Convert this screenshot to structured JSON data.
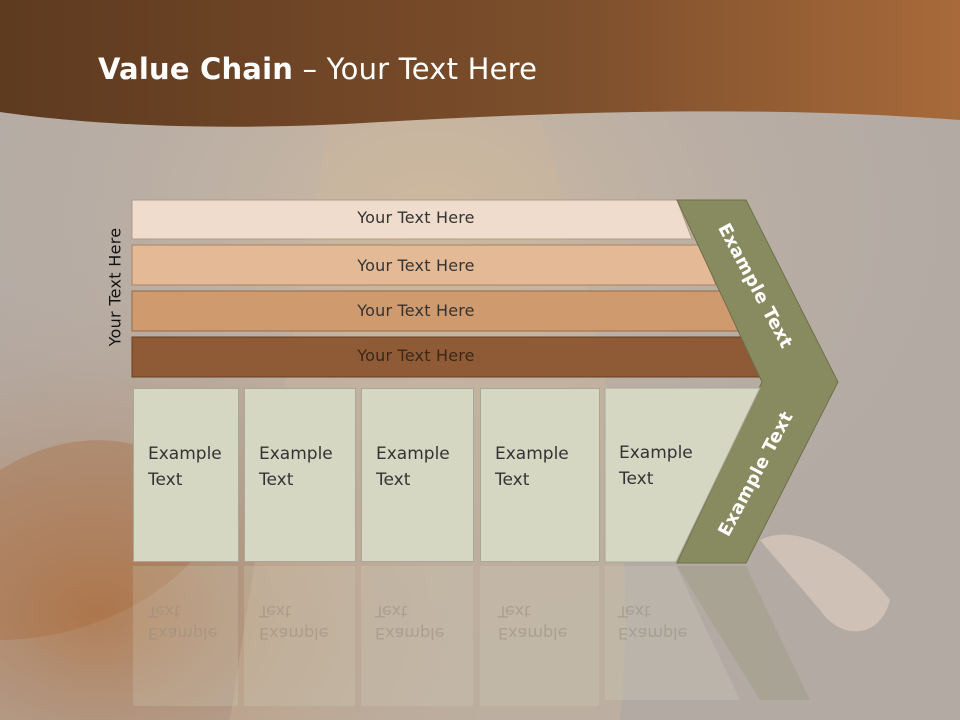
{
  "title": {
    "bold": "Value Chain",
    "rest": " – Your Text Here"
  },
  "side_label": "Your Text Here",
  "rows": [
    {
      "label": "Your Text Here",
      "color": "#efdccd"
    },
    {
      "label": "Your Text Here",
      "color": "#e3b996"
    },
    {
      "label": "Your Text Here",
      "color": "#d09a6f"
    },
    {
      "label": "Your Text Here",
      "color": "#8f5a36"
    }
  ],
  "boxes": [
    {
      "label": "Example\nText"
    },
    {
      "label": "Example\nText"
    },
    {
      "label": "Example\nText"
    },
    {
      "label": "Example\nText"
    },
    {
      "label": "Example\nText"
    }
  ],
  "chevron": {
    "top_label": "Example Text",
    "bottom_label": "Example Text",
    "color": "#888b5f"
  },
  "header_color": "#7b4d29"
}
